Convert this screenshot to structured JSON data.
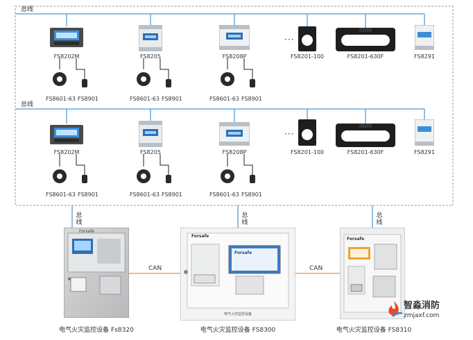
{
  "bus_label": "总线",
  "row1": {
    "bus_label": "总线",
    "monitors": [
      {
        "name": "FS8202M"
      },
      {
        "name": "FS8205"
      },
      {
        "name": "FS8208P"
      },
      {
        "name": "FS8201-100"
      },
      {
        "name": "FS8201-630F"
      },
      {
        "name": "FS8291"
      }
    ],
    "sensors": [
      {
        "ct": "FS8601-63",
        "temp": "FS8901"
      },
      {
        "ct": "FS8601-63",
        "temp": "FS8901"
      },
      {
        "ct": "FS8601-63",
        "temp": "FS8901"
      }
    ],
    "ellipsis": "···"
  },
  "row2": {
    "bus_label": "总线",
    "monitors": [
      {
        "name": "FS8202M"
      },
      {
        "name": "FS8205"
      },
      {
        "name": "FS8208P"
      },
      {
        "name": "FS8201-100"
      },
      {
        "name": "FS8201-630F"
      },
      {
        "name": "FS8291"
      }
    ],
    "sensors": [
      {
        "ct": "FS8601-63",
        "temp": "FS8901"
      },
      {
        "ct": "FS8601-63",
        "temp": "FS8901"
      },
      {
        "ct": "FS8601-63",
        "temp": "FS8901"
      }
    ],
    "ellipsis": "···"
  },
  "vertical_bus": [
    "总",
    "线"
  ],
  "can_label": "CAN",
  "panels": [
    {
      "caption": "电气火灾监控设备  Fs8320",
      "brand": "Forsafe"
    },
    {
      "caption": "电气火灾监控设备  FS8300",
      "brand": "Forsafe",
      "screen_brand": "Forsafe",
      "plate": "电气火灾监控设备"
    },
    {
      "caption": "电气火灾监控设备  FS8310",
      "brand": "Forsafe"
    }
  ],
  "watermark": {
    "name": "智淼消防",
    "url": "zmjaxf.com"
  },
  "colors": {
    "bus": "#6aa8d8",
    "can": "#f2a25c",
    "frame": "#9a9a9a"
  }
}
